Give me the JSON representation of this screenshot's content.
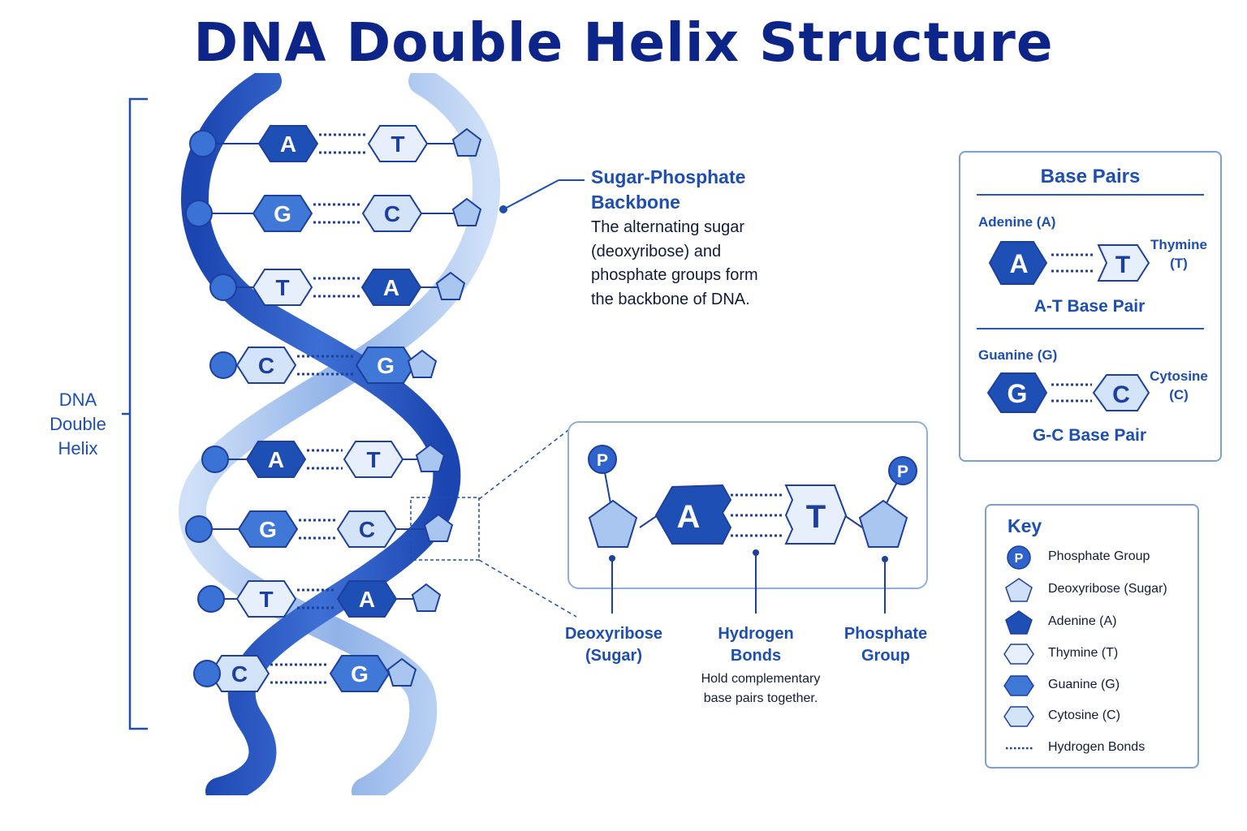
{
  "title": "DNA Double Helix Structure",
  "helix_label": [
    "DNA",
    "Double",
    "Helix"
  ],
  "backbone": {
    "title": [
      "Sugar-Phosphate",
      "Backbone"
    ],
    "description": [
      "The alternating sugar",
      "(deoxyribose) and",
      "phosphate groups form",
      "the backbone of DNA."
    ]
  },
  "helix_rungs": [
    {
      "left": "A",
      "right": "T"
    },
    {
      "left": "G",
      "right": "C"
    },
    {
      "left": "T",
      "right": "A"
    },
    {
      "left": "C",
      "right": "G"
    },
    {
      "left": "A",
      "right": "T"
    },
    {
      "left": "G",
      "right": "C"
    },
    {
      "left": "T",
      "right": "A"
    },
    {
      "left": "C",
      "right": "G"
    }
  ],
  "detail": {
    "phosphate_letter": "P",
    "left_base": "A",
    "right_base": "T",
    "labels": {
      "sugar": [
        "Deoxyribose",
        "(Sugar)"
      ],
      "hbonds": [
        "Hydrogen",
        "Bonds"
      ],
      "phosphate": [
        "Phosphate",
        "Group"
      ]
    },
    "hbonds_desc": [
      "Hold complementary",
      "base pairs together."
    ]
  },
  "base_pairs_panel": {
    "title": "Base Pairs",
    "at": {
      "left_name": "Adenine (A)",
      "left_letter": "A",
      "right_letter": "T",
      "right_name": [
        "Thymine",
        "(T)"
      ],
      "caption": "A-T Base Pair"
    },
    "gc": {
      "left_name": "Guanine (G)",
      "left_letter": "G",
      "right_letter": "C",
      "right_name": [
        "Cytosine",
        "(C)"
      ],
      "caption": "G-C Base Pair"
    }
  },
  "key": {
    "title": "Key",
    "items": [
      {
        "icon": "phosphate-icon",
        "label": "Phosphate Group",
        "letter": "P"
      },
      {
        "icon": "deoxyribose-icon",
        "label": "Deoxyribose (Sugar)"
      },
      {
        "icon": "adenine-icon",
        "label": "Adenine (A)"
      },
      {
        "icon": "thymine-icon",
        "label": "Thymine (T)"
      },
      {
        "icon": "guanine-icon",
        "label": "Guanine (G)"
      },
      {
        "icon": "cytosine-icon",
        "label": "Cytosine (C)"
      },
      {
        "icon": "hydrogen-bonds-icon",
        "label": "Hydrogen Bonds"
      }
    ]
  },
  "colors": {
    "adenine": "#1e4fb5",
    "thymine": "#e6effb",
    "guanine": "#3f78d6",
    "cytosine": "#d3e3f8",
    "sugar": "#a9c6f0",
    "phosphate": "#3a72d6",
    "strand_dark": "#2553c0",
    "strand_light": "#a9c6ee",
    "outline": "#1d3f9e"
  }
}
